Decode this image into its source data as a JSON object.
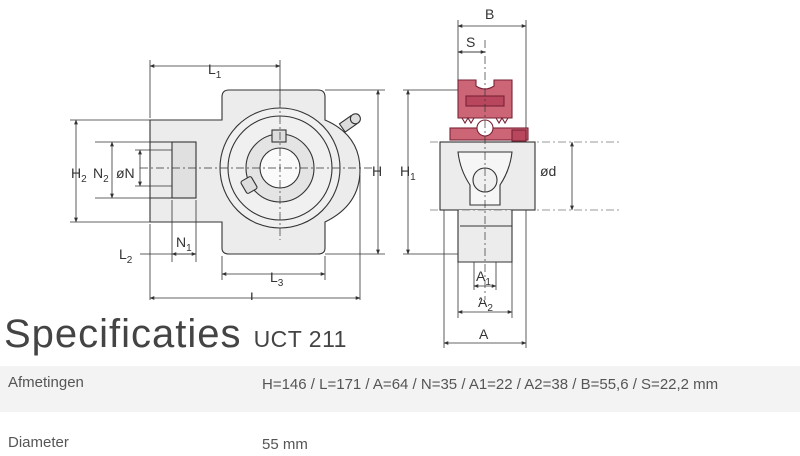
{
  "drawing": {
    "labels": {
      "L1": "L",
      "L1_sub": "1",
      "H2": "H",
      "H2_sub": "2",
      "N2": "N",
      "N2_sub": "2",
      "oN": "øN",
      "H": "H",
      "L2": "L",
      "L2_sub": "2",
      "N1": "N",
      "N1_sub": "1",
      "L3": "L",
      "L3_sub": "3",
      "L": "L",
      "B": "B",
      "S": "S",
      "H1": "H",
      "H1_sub": "1",
      "od": "ød",
      "A1": "A",
      "A1_sub": "1",
      "A2": "A",
      "A2_sub": "2",
      "A": "A"
    },
    "colors": {
      "line": "#333333",
      "body_fill": "#ececec",
      "highlight": "#cc6677"
    }
  },
  "spec": {
    "title": "Specificaties",
    "model": "UCT 211",
    "rows": [
      {
        "label": "Afmetingen",
        "value": "H=146 / L=171 / A=64 / N=35 / A1=22 / A2=38 / B=55,6 / S=22,2 mm"
      },
      {
        "label": "Diameter",
        "value": "55 mm"
      }
    ]
  }
}
